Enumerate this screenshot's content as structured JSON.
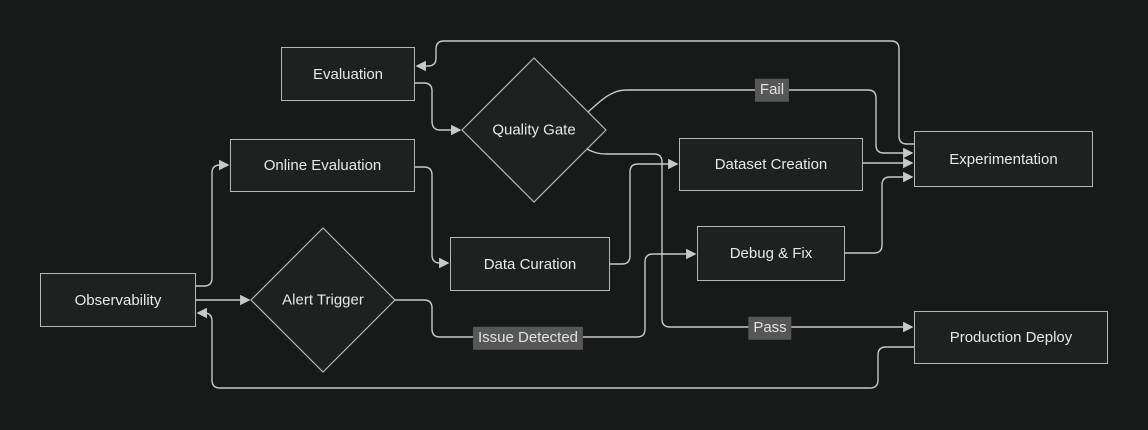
{
  "diagram_type": "flowchart",
  "colors": {
    "bg": "#181a1a",
    "node-fill": "#1f2121",
    "node-border": "#b2b7b7",
    "line": "#c6c9c9",
    "text": "#e8e8e8",
    "edge-label-bg": "#585757",
    "edge-label-text": "#e2e2e2"
  },
  "nodes": {
    "evaluation": {
      "label": "Evaluation",
      "shape": "rect"
    },
    "quality_gate": {
      "label": "Quality Gate",
      "shape": "diamond"
    },
    "online_evaluation": {
      "label": "Online Evaluation",
      "shape": "rect"
    },
    "dataset_creation": {
      "label": "Dataset Creation",
      "shape": "rect"
    },
    "experimentation": {
      "label": "Experimentation",
      "shape": "rect"
    },
    "data_curation": {
      "label": "Data Curation",
      "shape": "rect"
    },
    "debug_fix": {
      "label": "Debug & Fix",
      "shape": "rect"
    },
    "observability": {
      "label": "Observability",
      "shape": "rect"
    },
    "alert_trigger": {
      "label": "Alert Trigger",
      "shape": "diamond"
    },
    "production_deploy": {
      "label": "Production Deploy",
      "shape": "rect"
    }
  },
  "edges": [
    {
      "from": "experimentation",
      "to": "evaluation",
      "label": ""
    },
    {
      "from": "evaluation",
      "to": "quality_gate",
      "label": ""
    },
    {
      "from": "quality_gate",
      "to": "experimentation",
      "label": "Fail"
    },
    {
      "from": "quality_gate",
      "to": "production_deploy",
      "label": "Pass"
    },
    {
      "from": "production_deploy",
      "to": "observability",
      "label": ""
    },
    {
      "from": "observability",
      "to": "online_evaluation",
      "label": ""
    },
    {
      "from": "observability",
      "to": "alert_trigger",
      "label": ""
    },
    {
      "from": "alert_trigger",
      "to": "debug_fix",
      "label": "Issue Detected"
    },
    {
      "from": "online_evaluation",
      "to": "data_curation",
      "label": ""
    },
    {
      "from": "data_curation",
      "to": "dataset_creation",
      "label": ""
    },
    {
      "from": "dataset_creation",
      "to": "experimentation",
      "label": ""
    },
    {
      "from": "debug_fix",
      "to": "experimentation",
      "label": ""
    }
  ]
}
